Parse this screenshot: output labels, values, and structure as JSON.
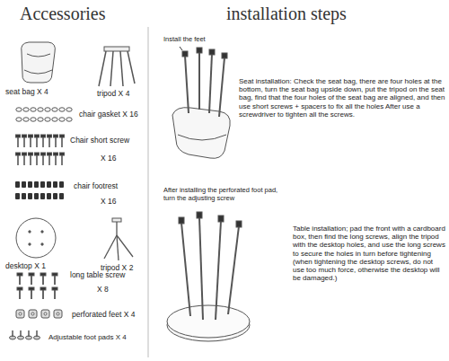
{
  "diagram": {
    "labels": [
      "Accessories",
      "installation steps",
      "seat bag X 4",
      "tripod X 4",
      "chair gasket X 16",
      "Chair short screw",
      "X 16",
      "chair footrest",
      "X 16",
      "desktop X 1",
      "tripod X 2",
      "long table screw",
      "X 8",
      "perforated feet X 4",
      "Adjustable foot pads X 4",
      "Install the feet",
      "Seat installation: Check the seat bag, there are four holes at the bottom, turn the seat bag upside down, put the tripod on the seat bag, find that the four holes of the seat bag are aligned, and then use short screws + spacers to fix all the holes After use a screwdriver to tighten all the screws.",
      "After installing the perforated foot pad, turn the adjusting screw",
      "Table installation; pad the front with a cardboard box, then find the long screws, align the tripod with the desktop holes, and use the long screws to secure the holes in turn before tightening (when tightening the desktop screws, do not use too much force, otherwise the desktop will be damaged.)"
    ]
  }
}
